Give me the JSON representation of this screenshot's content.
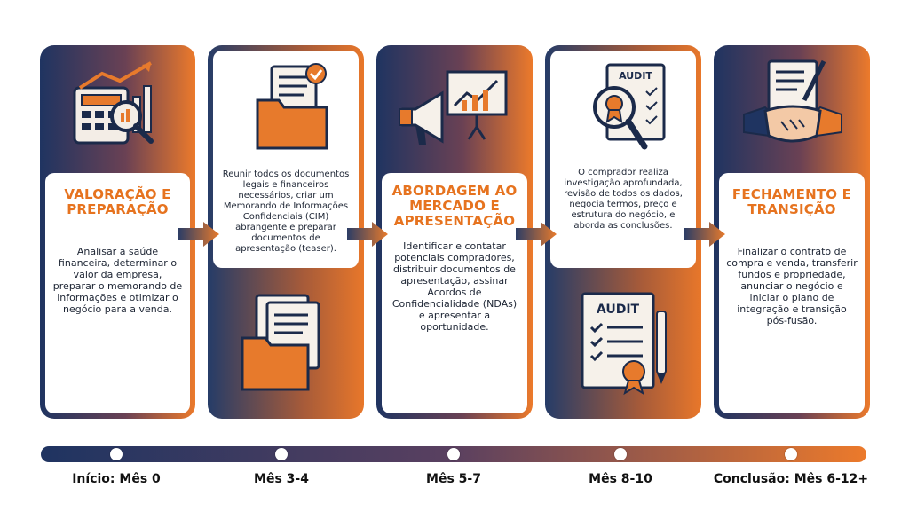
{
  "stages": [
    {
      "title_line1": "VALORAÇÃO E",
      "title_line2": "PREPARAÇÃO",
      "description": "Analisar a saúde financeira, determinar o valor da empresa, preparar o memorando de informações e otimizar o negócio para a venda."
    },
    {
      "description": "Reunir todos os documentos legais e financeiros necessários, criar um Memorando de Informações Confidenciais (CIM) abrangente e preparar documentos de apresentação (teaser)."
    },
    {
      "title_line1": "ABORDAGEM AO",
      "title_line2": "MERCADO E",
      "title_line3": "APRESENTAÇÃO",
      "description": "Identificar e contatar potenciais compradores, distribuir documentos de apresentação, assinar Acordos de Confidencialidade (NDAs) e apresentar a oportunidade."
    },
    {
      "description": "O comprador realiza investigação aprofundada, revisão de todos os dados, negocia termos, preço e estrutura do negócio, e aborda as conclusões.",
      "audit_label_top": "AUDIT",
      "audit_label_bottom": "AUDIT"
    },
    {
      "title_line1": "FECHAMENTO E",
      "title_line2": "TRANSIÇÃO",
      "description": "Finalizar o contrato de compra e venda, transferir fundos e propriedade, anunciar o negócio e iniciar o plano de integração e transição pós-fusão."
    }
  ],
  "timeline": [
    {
      "label": "Início: Mês 0"
    },
    {
      "label": "Mês 3-4"
    },
    {
      "label": "Mês 5-7"
    },
    {
      "label": "Mês 8-10"
    },
    {
      "label": "Conclusão: Mês 6-12+"
    }
  ],
  "colors": {
    "navy": "#1f3461",
    "orange": "#ec7a2b",
    "title_orange": "#e6731f"
  }
}
